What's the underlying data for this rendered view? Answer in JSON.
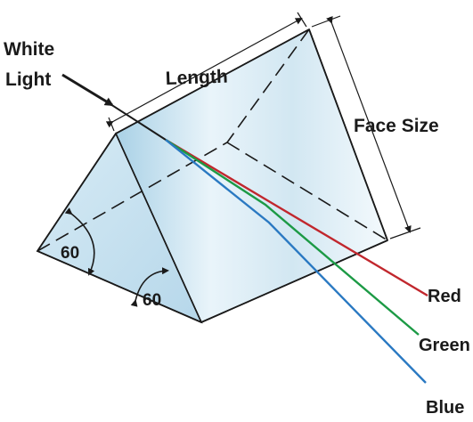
{
  "diagram": {
    "labels": {
      "input_line1": "White",
      "input_line2": "Light",
      "length": "Length",
      "face_size": "Face Size",
      "angle_left": "60",
      "angle_bottom": "60"
    },
    "rays": [
      {
        "name": "Red",
        "color": "#c1272d"
      },
      {
        "name": "Green",
        "color": "#1c9a45"
      },
      {
        "name": "Blue",
        "color": "#2a79c2"
      }
    ],
    "colors": {
      "prism_light": "#e6f2f8",
      "prism_mid": "#bfdced",
      "prism_dark": "#9fcbe2",
      "outline": "#1a1a1a"
    }
  }
}
